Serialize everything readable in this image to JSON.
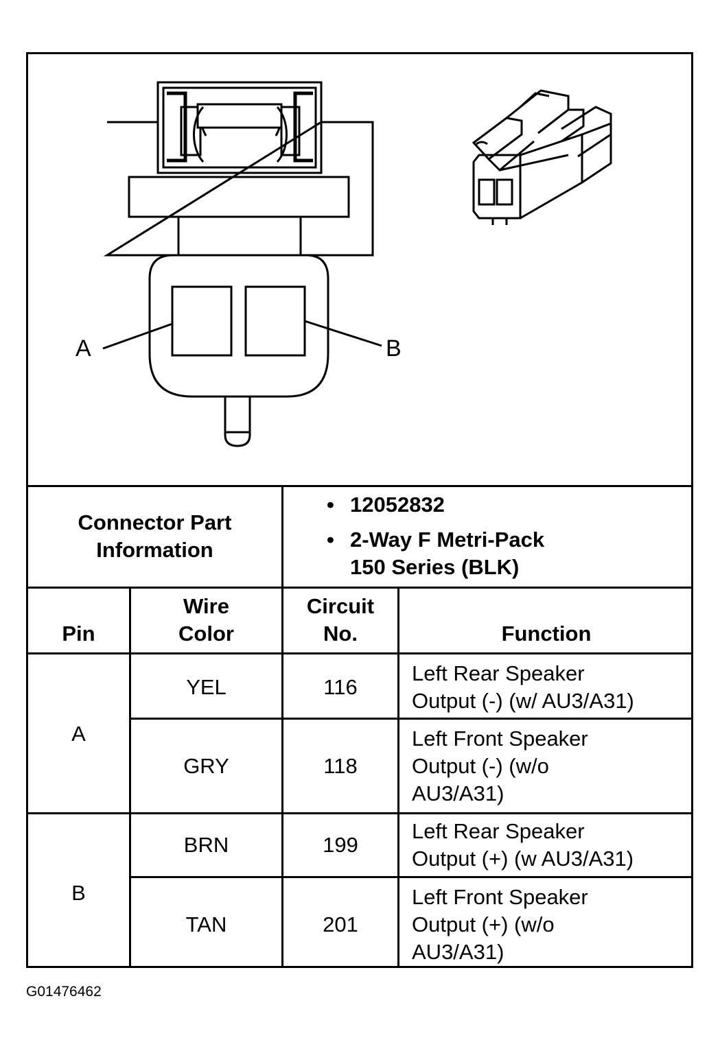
{
  "diagram": {
    "pin_label_a": "A",
    "pin_label_b": "B"
  },
  "part_info": {
    "label_line1": "Connector Part",
    "label_line2": "Information",
    "bullet": "•",
    "part_number": "12052832",
    "description_line1": "2-Way F Metri-Pack",
    "description_line2": "150 Series (BLK)"
  },
  "table": {
    "headers": {
      "pin": "Pin",
      "wire_color_line1": "Wire",
      "wire_color_line2": "Color",
      "circuit_line1": "Circuit",
      "circuit_line2": "No.",
      "function": "Function"
    },
    "rows": [
      {
        "pin": "A",
        "color": "YEL",
        "circuit": "116",
        "function": [
          "Left Rear Speaker",
          "Output (-) (w/ AU3/A31)"
        ]
      },
      {
        "pin": "",
        "color": "GRY",
        "circuit": "118",
        "function": [
          "Left Front Speaker",
          "Output (-) (w/o",
          "AU3/A31)"
        ]
      },
      {
        "pin": "B",
        "color": "BRN",
        "circuit": "199",
        "function": [
          "Left Rear Speaker",
          "Output (+) (w AU3/A31)"
        ]
      },
      {
        "pin": "",
        "color": "TAN",
        "circuit": "201",
        "function": [
          "Left Front Speaker",
          "Output (+) (w/o",
          "AU3/A31)"
        ]
      }
    ]
  },
  "footer": {
    "code": "G01476462"
  }
}
